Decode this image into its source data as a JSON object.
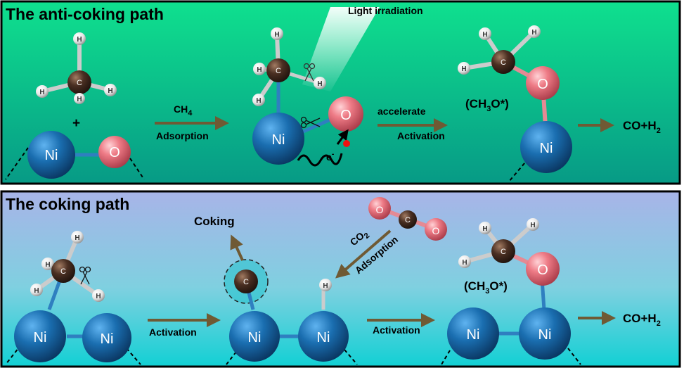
{
  "panels": {
    "top_title": "The anti-coking path",
    "bottom_title": "The coking path"
  },
  "labels": {
    "light": "Light irradiation",
    "ch4_main": "CH",
    "ch4_sub": "4",
    "adsorption": "Adsorption",
    "accelerate": "accelerate",
    "activation": "Activation",
    "electron": "e",
    "electron_sup": "-",
    "plus": "+",
    "ch3o_open": "(CH",
    "ch3o_sub": "3",
    "ch3o_close": "O*)",
    "product_main": "CO+H",
    "product_sub": "2",
    "coking": "Coking",
    "co2_main": "CO",
    "co2_sub": "2",
    "co2_adsorption": "Adsorption"
  },
  "atoms": {
    "ni": "Ni",
    "o": "O",
    "c": "C",
    "h": "H"
  },
  "colors": {
    "top_bg_top": "#0fe08e",
    "top_bg_bottom": "#079a86",
    "bottom_bg_top": "#a8b4e8",
    "bottom_bg_bottom": "#12d0d4",
    "ni_blue": "#1468a8",
    "o_pink": "#e36f7a",
    "c_brown": "#4a2f22",
    "h_white": "#f2f2f2",
    "arrow": "#6f5a34"
  },
  "icons": [
    "scissors-icon",
    "electron-wave-icon",
    "light-beam-icon"
  ]
}
